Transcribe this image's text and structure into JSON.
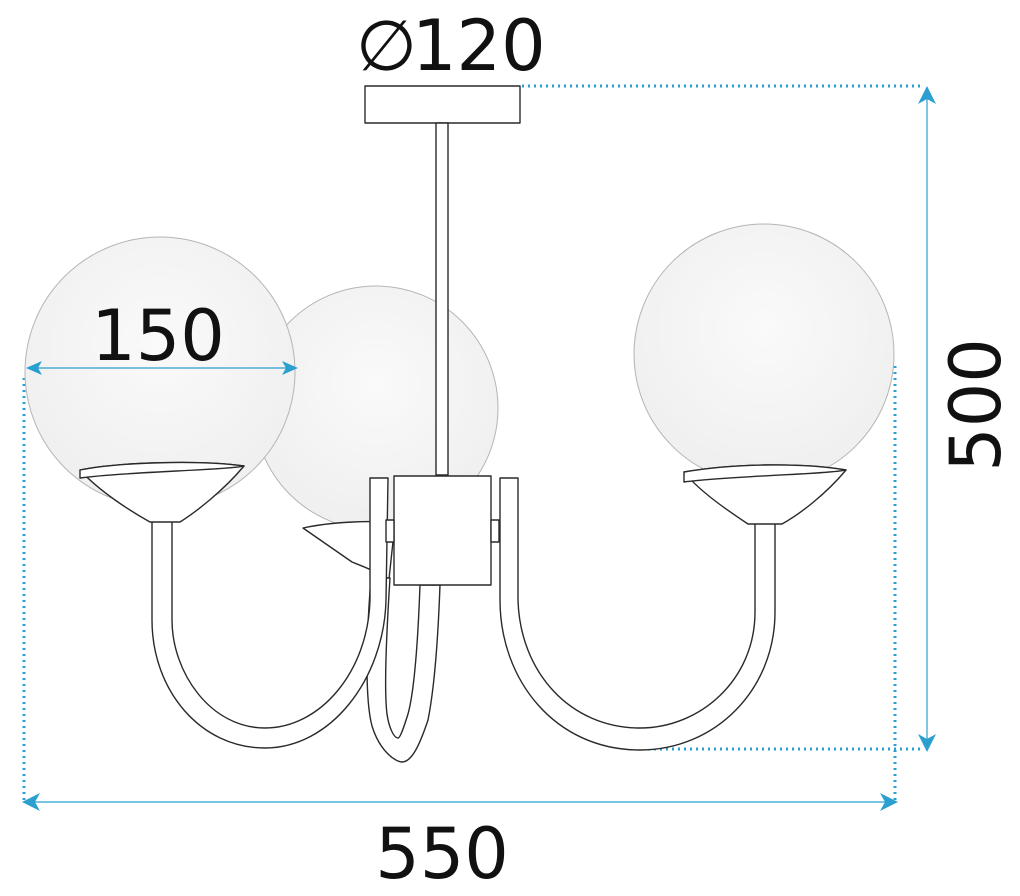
{
  "dimensions": {
    "canopy_diameter": {
      "symbol": "∅",
      "value": "120"
    },
    "globe_diameter": "150",
    "total_width": "550",
    "total_height": "500"
  },
  "colors": {
    "dimension_line": "#2a9fd0",
    "outline": "#2a2a2a",
    "globe_fill": "#f4f4f4",
    "text": "#111111"
  }
}
